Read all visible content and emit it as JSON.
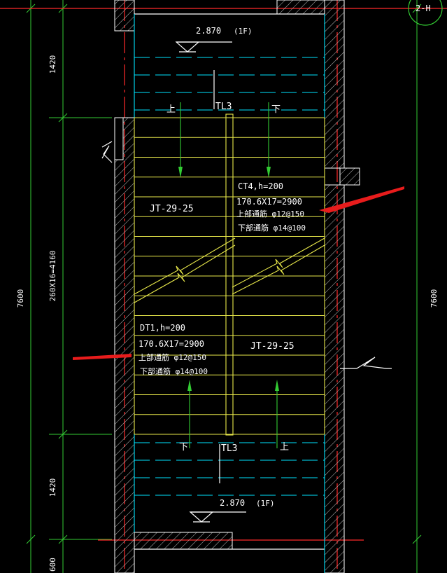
{
  "colors": {
    "background": "#000000",
    "wall": "#ffffff",
    "slab_hidden": "#00e5ff",
    "treads": "#e8e84a",
    "walking_line": "#33cc33",
    "axis": "#ff2a2a",
    "dimension": "#33cc33",
    "annotation_arrow": "#e81c1c",
    "text": "#ffffff"
  },
  "drawing": {
    "axis_bubble_label": "2-H",
    "landing_top": {
      "elevation": "2.870",
      "floor": "(1F)"
    },
    "landing_bottom": {
      "elevation": "2.870",
      "floor": "(1F)"
    },
    "beam_top": "TL3",
    "beam_bottom": "TL3",
    "flight_left": {
      "label": "JT-29-25",
      "up_label": "上",
      "down_label": "下",
      "spec_title": "DT1,h=200",
      "spec_size": "170.6X17=2900",
      "rebar_top": "上部通筋 φ12@150",
      "rebar_bottom": "下部通筋 φ14@100"
    },
    "flight_right": {
      "label": "JT-29-25",
      "up_label": "上",
      "down_label": "下",
      "spec_title": "CT4,h=200",
      "spec_size": "170.6X17=2900",
      "rebar_top": "上部通筋 φ12@150",
      "rebar_bottom": "下部通筋 φ14@100"
    },
    "dimensions": {
      "total_left": "7600",
      "total_right": "7600",
      "landing_top": "1420",
      "flight": "260X16=4160",
      "landing_bottom": "1420",
      "bottom_partial": "600"
    }
  }
}
